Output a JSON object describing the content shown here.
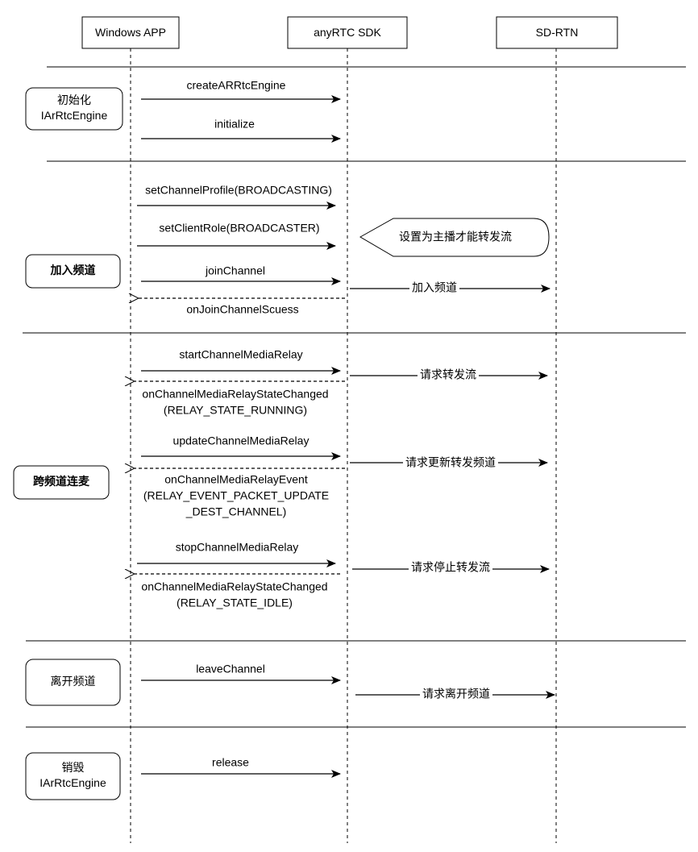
{
  "participants": [
    {
      "id": "app",
      "label": "Windows APP"
    },
    {
      "id": "sdk",
      "label": "anyRTC SDK"
    },
    {
      "id": "rtn",
      "label": "SD-RTN"
    }
  ],
  "sections": [
    {
      "id": "init",
      "label": [
        "初始化",
        "IArRtcEngine"
      ],
      "bold": false
    },
    {
      "id": "join",
      "label": [
        "加入频道"
      ],
      "bold": true
    },
    {
      "id": "relay",
      "label": [
        "跨频道连麦"
      ],
      "bold": true
    },
    {
      "id": "leave",
      "label": [
        "离开频道"
      ],
      "bold": false
    },
    {
      "id": "release",
      "label": [
        "销毁",
        "IArRtcEngine"
      ],
      "bold": false
    }
  ],
  "messages": [
    {
      "id": "createARRtcEngine",
      "label": [
        "createARRtcEngine"
      ],
      "from": "app",
      "to": "sdk",
      "style": "solid"
    },
    {
      "id": "initialize",
      "label": [
        "initialize"
      ],
      "from": "app",
      "to": "sdk",
      "style": "solid"
    },
    {
      "id": "setChannelProfile",
      "label": [
        "setChannelProfile(BROADCASTING)"
      ],
      "from": "app",
      "to": "sdk",
      "style": "solid"
    },
    {
      "id": "setClientRole",
      "label": [
        "setClientRole(BROADCASTER)"
      ],
      "from": "app",
      "to": "sdk",
      "style": "solid"
    },
    {
      "id": "joinChannel",
      "label": [
        "joinChannel"
      ],
      "from": "app",
      "to": "sdk",
      "style": "solid"
    },
    {
      "id": "join-rtn",
      "label": [
        "加入频道"
      ],
      "from": "sdk",
      "to": "rtn",
      "style": "solid"
    },
    {
      "id": "onJoinChannelScuess",
      "label": [
        "onJoinChannelScuess"
      ],
      "from": "sdk",
      "to": "app",
      "style": "dashed"
    },
    {
      "id": "startChannelMediaRelay",
      "label": [
        "startChannelMediaRelay"
      ],
      "from": "app",
      "to": "sdk",
      "style": "solid"
    },
    {
      "id": "start-rtn",
      "label": [
        "请求转发流"
      ],
      "from": "sdk",
      "to": "rtn",
      "style": "solid"
    },
    {
      "id": "startStateChanged",
      "label": [
        "onChannelMediaRelayStateChanged",
        "(RELAY_STATE_RUNNING)"
      ],
      "from": "sdk",
      "to": "app",
      "style": "dashed"
    },
    {
      "id": "updateChannelMediaRelay",
      "label": [
        "updateChannelMediaRelay"
      ],
      "from": "app",
      "to": "sdk",
      "style": "solid"
    },
    {
      "id": "update-rtn",
      "label": [
        "请求更新转发频道"
      ],
      "from": "sdk",
      "to": "rtn",
      "style": "solid"
    },
    {
      "id": "relayEvent",
      "label": [
        "onChannelMediaRelayEvent",
        "(RELAY_EVENT_PACKET_UPDATE",
        "_DEST_CHANNEL)"
      ],
      "from": "sdk",
      "to": "app",
      "style": "dashed"
    },
    {
      "id": "stopChannelMediaRelay",
      "label": [
        "stopChannelMediaRelay"
      ],
      "from": "app",
      "to": "sdk",
      "style": "solid"
    },
    {
      "id": "stop-rtn",
      "label": [
        "请求停止转发流"
      ],
      "from": "sdk",
      "to": "rtn",
      "style": "solid"
    },
    {
      "id": "stopStateChanged",
      "label": [
        "onChannelMediaRelayStateChanged",
        "(RELAY_STATE_IDLE)"
      ],
      "from": "sdk",
      "to": "app",
      "style": "dashed"
    },
    {
      "id": "leaveChannel",
      "label": [
        "leaveChannel"
      ],
      "from": "app",
      "to": "sdk",
      "style": "solid"
    },
    {
      "id": "leave-rtn",
      "label": [
        "请求离开频道"
      ],
      "from": "sdk",
      "to": "rtn",
      "style": "solid"
    },
    {
      "id": "release",
      "label": [
        "release"
      ],
      "from": "app",
      "to": "sdk",
      "style": "solid"
    }
  ],
  "notes": [
    {
      "id": "broadcaster-note",
      "text": "设置为主播才能转发流"
    }
  ]
}
